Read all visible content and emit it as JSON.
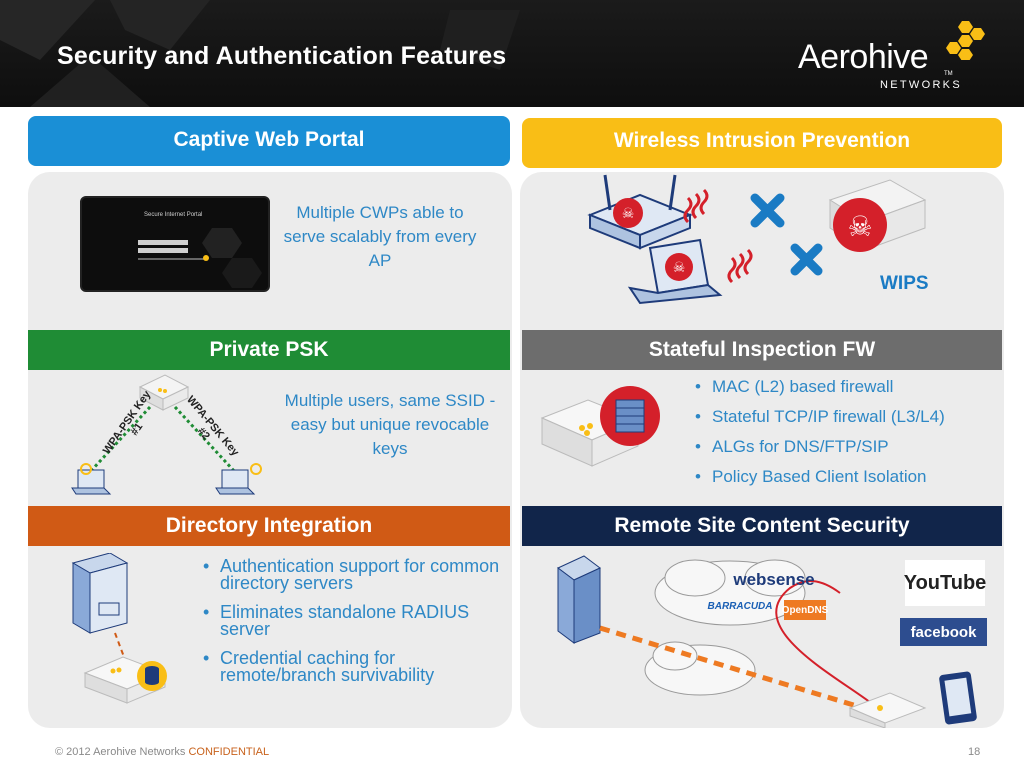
{
  "header": {
    "title": "Security and Authentication Features",
    "logo": {
      "word": "Aerohive",
      "sub": "NETWORKS",
      "tm": "TM"
    }
  },
  "sections": {
    "cwp": {
      "title": "Captive Web Portal",
      "note": "Multiple CWPs able to serve scalably from every AP",
      "screen_title": "Secure Internet Portal"
    },
    "wips": {
      "title": "Wireless Intrusion Prevention",
      "label": "WIPS"
    },
    "ppsk": {
      "title": "Private PSK",
      "note": "Multiple users, same SSID - easy but unique revocable keys",
      "key1": "WPA-PSK Key #1",
      "key2": "WPA-PSK Key #2"
    },
    "fw": {
      "title": "Stateful Inspection FW",
      "bullets": [
        "MAC (L2) based firewall",
        "Stateful TCP/IP firewall (L3/L4)",
        "ALGs for DNS/FTP/SIP",
        "Policy Based Client Isolation"
      ]
    },
    "dir": {
      "title": "Directory Integration",
      "bullets": [
        "Authentication support for common directory servers",
        "Eliminates standalone RADIUS server",
        "Credential caching for remote/branch survivability"
      ]
    },
    "remote": {
      "title": "Remote Site Content Security",
      "logos": {
        "websense": "websense",
        "barracuda": "BARRACUDA",
        "opendns": "OpenDNS",
        "youtube": "YouTube",
        "facebook": "facebook"
      }
    }
  },
  "footer": {
    "copyright": "© 2012 Aerohive Networks ",
    "confidential": "CONFIDENTIAL",
    "page": "18"
  },
  "colors": {
    "cwp": "#1a8fd6",
    "wips": "#f9be16",
    "ppsk": "#1f8c35",
    "fw": "#6d6d6d",
    "dir": "#d05a15",
    "remote": "#11254a",
    "text": "#2e88c6"
  }
}
